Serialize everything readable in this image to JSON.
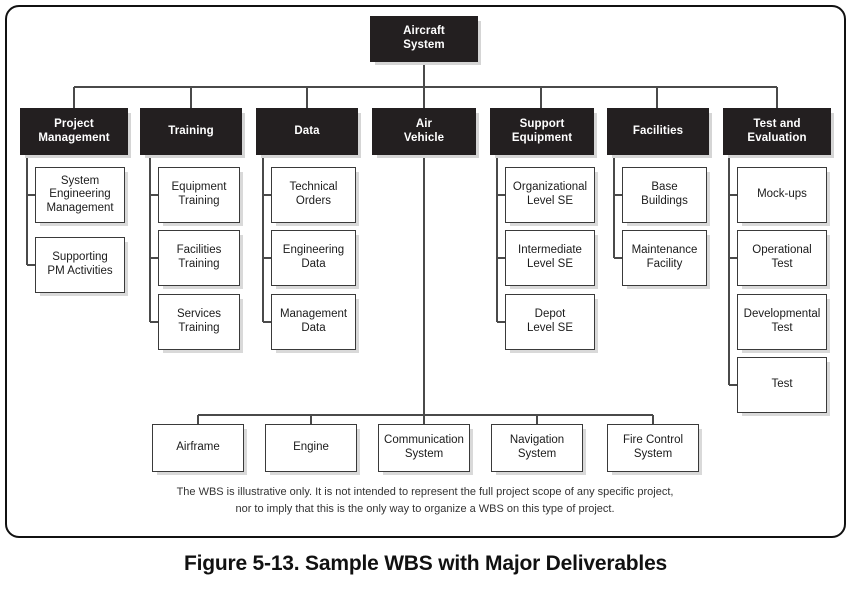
{
  "figure": {
    "caption": "Figure 5-13. Sample WBS with Major Deliverables",
    "footnote_line1": "The WBS is illustrative only. It is not intended to represent the full project scope of any specific project,",
    "footnote_line2": "nor to imply that this is the only way to organize a WBS on this type of project."
  },
  "colors": {
    "header_fill": "#231f20",
    "header_text": "#ffffff",
    "leaf_fill": "#ffffff",
    "leaf_border": "#3a3a3a",
    "leaf_text": "#1b1b1b",
    "shadow": "#d9d9d9",
    "connector": "#4a4a4a",
    "frame_border": "#111111"
  },
  "root": {
    "label": "Aircraft System",
    "line1": "Aircraft",
    "line2": "System"
  },
  "columns": [
    {
      "id": "project-management",
      "header": {
        "line1": "Project",
        "line2": "Management"
      },
      "children": [
        {
          "line1": "System",
          "line2": "Engineering",
          "line3": "Management"
        },
        {
          "line1": "Supporting",
          "line2": "PM Activities"
        }
      ]
    },
    {
      "id": "training",
      "header": {
        "line1": "Training",
        "line2": ""
      },
      "children": [
        {
          "line1": "Equipment",
          "line2": "Training"
        },
        {
          "line1": "Facilities",
          "line2": "Training"
        },
        {
          "line1": "Services",
          "line2": "Training"
        }
      ]
    },
    {
      "id": "data",
      "header": {
        "line1": "Data",
        "line2": ""
      },
      "children": [
        {
          "line1": "Technical",
          "line2": "Orders"
        },
        {
          "line1": "Engineering",
          "line2": "Data"
        },
        {
          "line1": "Management",
          "line2": "Data"
        }
      ]
    },
    {
      "id": "air-vehicle",
      "header": {
        "line1": "Air",
        "line2": "Vehicle"
      },
      "children": []
    },
    {
      "id": "support-equipment",
      "header": {
        "line1": "Support",
        "line2": "Equipment"
      },
      "children": [
        {
          "line1": "Organizational",
          "line2": "Level SE"
        },
        {
          "line1": "Intermediate",
          "line2": "Level SE"
        },
        {
          "line1": "Depot",
          "line2": "Level SE"
        }
      ]
    },
    {
      "id": "facilities",
      "header": {
        "line1": "Facilities",
        "line2": ""
      },
      "children": [
        {
          "line1": "Base",
          "line2": "Buildings"
        },
        {
          "line1": "Maintenance",
          "line2": "Facility"
        }
      ]
    },
    {
      "id": "test-and-evaluation",
      "header": {
        "line1": "Test and",
        "line2": "Evaluation"
      },
      "children": [
        {
          "line1": "Mock-ups",
          "line2": ""
        },
        {
          "line1": "Operational",
          "line2": "Test"
        },
        {
          "line1": "Developmental",
          "line2": "Test"
        },
        {
          "line1": "Test",
          "line2": ""
        }
      ]
    }
  ],
  "air_vehicle_deliverables": [
    {
      "line1": "Airframe",
      "line2": ""
    },
    {
      "line1": "Engine",
      "line2": ""
    },
    {
      "line1": "Communication",
      "line2": "System"
    },
    {
      "line1": "Navigation",
      "line2": "System"
    },
    {
      "line1": "Fire Control",
      "line2": "System"
    }
  ]
}
